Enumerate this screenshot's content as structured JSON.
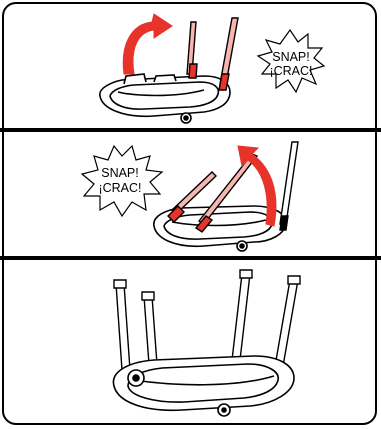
{
  "colors": {
    "accent_red": "#e8332a",
    "light_red": "#f7b5b0",
    "outline": "#000000",
    "background": "#ffffff"
  },
  "panels": [
    {
      "step": 1,
      "burst": {
        "line1": "SNAP!",
        "line2": "¡CRAC!"
      },
      "icons": [
        "seat-base",
        "red-leg-front",
        "red-leg-back",
        "red-curved-arrow",
        "snap-burst"
      ]
    },
    {
      "step": 2,
      "burst": {
        "line1": "SNAP!",
        "line2": "¡CRAC!"
      },
      "icons": [
        "seat-base",
        "red-leg-left",
        "red-leg-mid",
        "black-leg",
        "red-curved-arrow",
        "snap-burst"
      ]
    },
    {
      "step": 3,
      "icons": [
        "seat-base",
        "black-leg-1",
        "black-leg-2",
        "black-leg-3",
        "black-leg-4"
      ]
    }
  ]
}
